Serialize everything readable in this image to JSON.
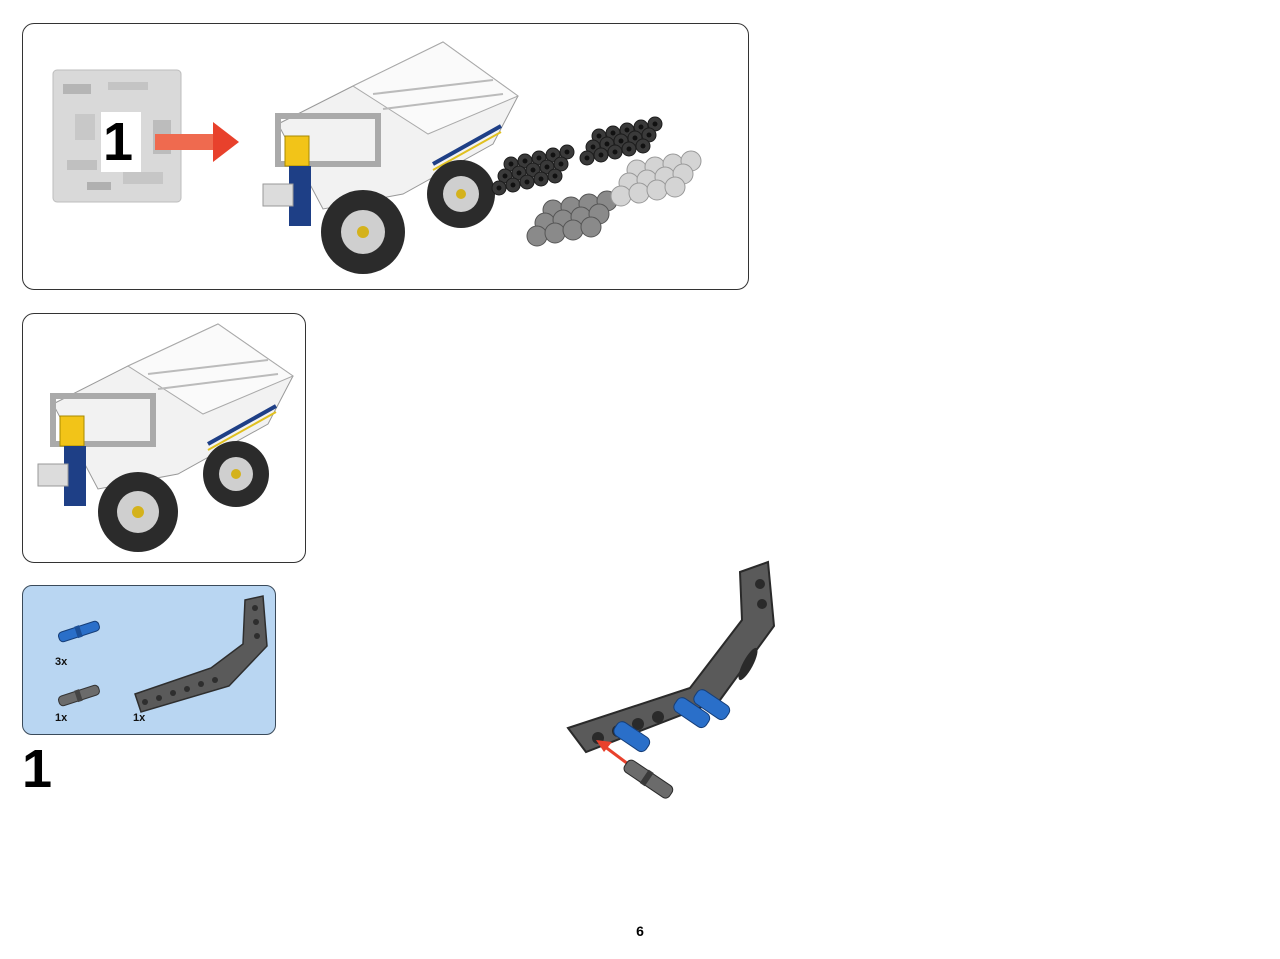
{
  "bag_panel": {
    "bag_number": "1",
    "contents": [
      "truck-model",
      "tyres",
      "wheel-hubs"
    ]
  },
  "parts_list": {
    "items": [
      {
        "icon": "blue-pin-icon",
        "quantity": "3x"
      },
      {
        "icon": "dark-axle-pin-icon",
        "quantity": "1x"
      },
      {
        "icon": "angled-beam-icon",
        "quantity": "1x"
      }
    ]
  },
  "step": {
    "number": "1"
  },
  "page": {
    "number": "6"
  },
  "colors": {
    "panel_border": "#333333",
    "parts_panel_bg": "#b9d6f2",
    "arrow": "#e8412c",
    "beam": "#5a5a5a",
    "pin_blue": "#2a6fc9"
  }
}
